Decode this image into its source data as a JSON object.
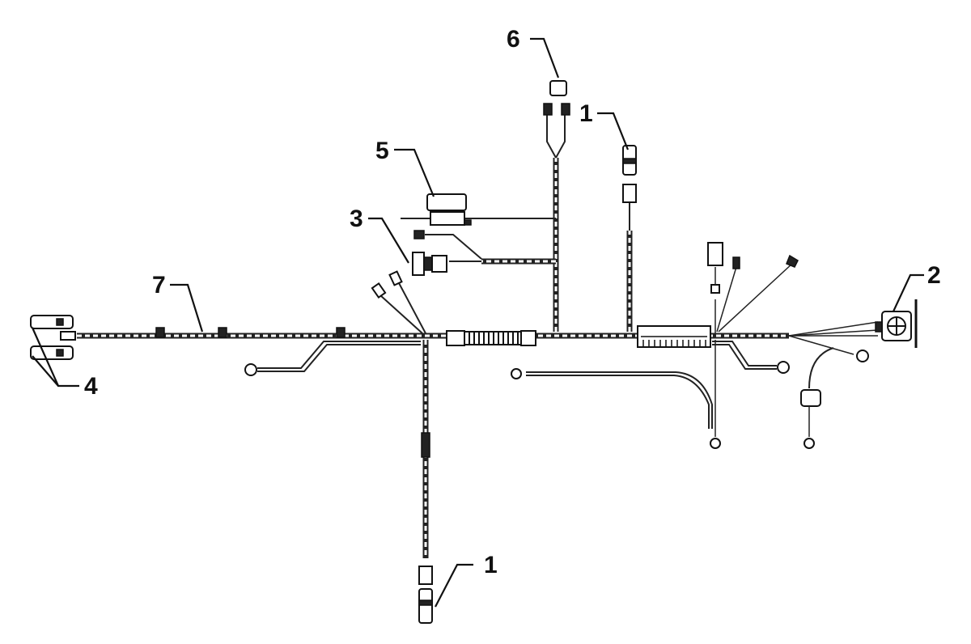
{
  "callouts": [
    {
      "id": "callout-1-top",
      "label": "1"
    },
    {
      "id": "callout-1-bottom",
      "label": "1"
    },
    {
      "id": "callout-2",
      "label": "2"
    },
    {
      "id": "callout-3",
      "label": "3"
    },
    {
      "id": "callout-4",
      "label": "4"
    },
    {
      "id": "callout-5",
      "label": "5"
    },
    {
      "id": "callout-6",
      "label": "6"
    },
    {
      "id": "callout-7",
      "label": "7"
    }
  ],
  "colors": {
    "line": "#222222",
    "background": "#ffffff"
  }
}
